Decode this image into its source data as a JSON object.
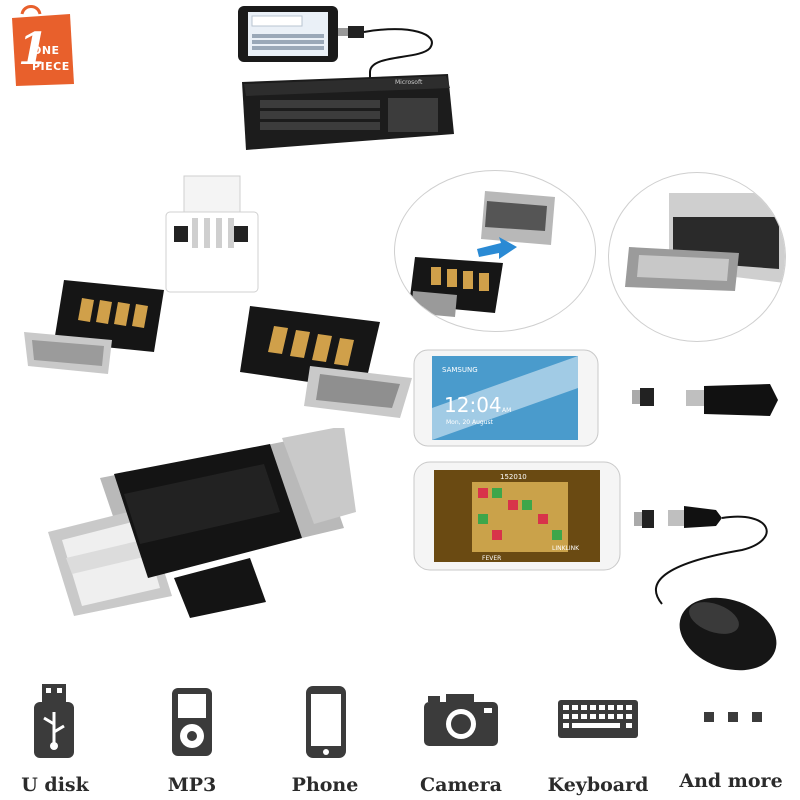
{
  "logo": {
    "line1": "ONE",
    "line2": "PIECE",
    "accent": "#e8602c"
  },
  "phone_screen": {
    "brand": "SAMSUNG",
    "clock": "12:04",
    "date": "Mon, 20 August",
    "ampm": "AM"
  },
  "game_screen": {
    "score": "152010",
    "badge": "LINKLINK",
    "bottom": "FEVER"
  },
  "keyboard_brand": "Microsoft",
  "categories": [
    {
      "label": "U disk",
      "icon": "usb-icon"
    },
    {
      "label": "MP3",
      "icon": "mp3-player-icon"
    },
    {
      "label": "Phone",
      "icon": "phone-icon"
    },
    {
      "label": "Camera",
      "icon": "camera-icon"
    },
    {
      "label": "Keyboard",
      "icon": "keyboard-icon"
    },
    {
      "label": "And more",
      "icon": "more-dots-icon"
    }
  ],
  "colors": {
    "black": "#111111",
    "metal": "#c9c9c9",
    "gold": "#d0a04a",
    "text": "#2b2b2b"
  }
}
